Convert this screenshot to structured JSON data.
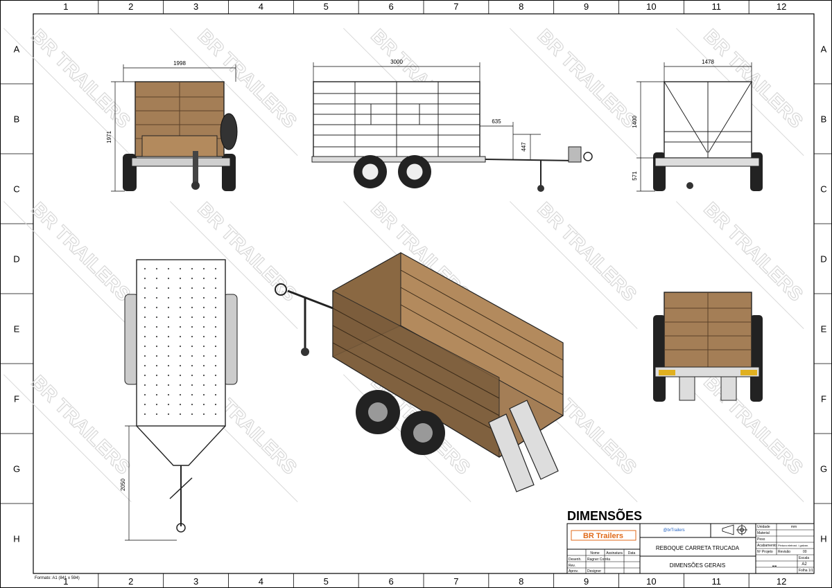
{
  "sheet": {
    "columns": [
      "1",
      "2",
      "3",
      "4",
      "5",
      "6",
      "7",
      "8",
      "9",
      "10",
      "11",
      "12"
    ],
    "rows": [
      "A",
      "B",
      "C",
      "D",
      "E",
      "F",
      "G",
      "H"
    ],
    "format_note": "Formato: A1 (841 x 594)"
  },
  "watermark": "BR TRAILERS",
  "dimensions": {
    "front_width": "1998",
    "front_height": "1971",
    "side_length": "3000",
    "side_tongue": "635",
    "side_height": "447",
    "rear_width": "1478",
    "rear_height": "1400",
    "rear_low": "571",
    "top_tongue": "2050"
  },
  "drawing_title": "DIMENSÕES",
  "title_block": {
    "logo": "BR Trailers",
    "logo_small": "@brTrailers",
    "product": "REBOQUE CARRETA TRUCADA",
    "sheet_name": "DIMENSÕES GERAIS",
    "unit_label": "Unidade",
    "unit_value": "mm",
    "material_label": "Material",
    "weight_label": "Peso",
    "finish_label": "Acabamento",
    "finish_value": "Pintura eletrost. / galvan.",
    "project_label": "Nº Projeto",
    "revision_label": "Revisão",
    "revision_value": "00",
    "scale_label": "Escala",
    "scale_value": "A2",
    "sheet_label": "Folha",
    "sheet_value": "1/1",
    "double_dash": "--",
    "signature_header": [
      "",
      "Nome",
      "Assinatura",
      "Data"
    ],
    "signature_rows": [
      {
        "role": "Desenh.",
        "name": "Ragner Corrêa"
      },
      {
        "role": "Rev.",
        "name": ""
      },
      {
        "role": "Aprov.",
        "name": "Designer"
      }
    ]
  },
  "colors": {
    "line": "#1a1a1a",
    "wood": "#a47e56",
    "wood_dark": "#6b4f33",
    "frame": "#3a3a3a",
    "accent": "#e06a1a",
    "watermark": "#d8d8d8"
  }
}
